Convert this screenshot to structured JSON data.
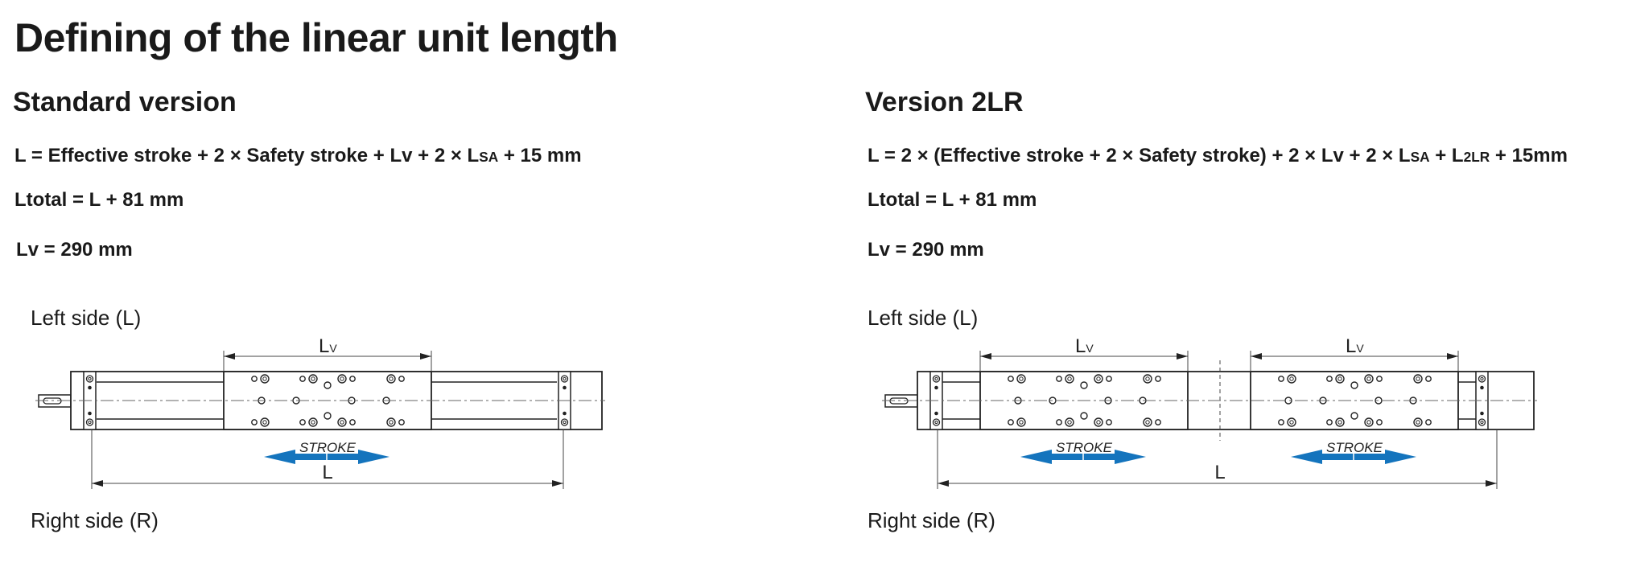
{
  "page": {
    "title": "Defining of the linear unit length"
  },
  "standard": {
    "heading": "Standard version",
    "formula_L": {
      "prefix": "L = Effective stroke + 2 × Safety stroke + Lv + 2 × L",
      "sub": "SA",
      "suffix": " + 15 mm"
    },
    "formula_Ltotal": "Ltotal = L + 81 mm",
    "formula_Lv": "Lv = 290 mm",
    "left_side_label": "Left side (L)",
    "right_side_label": "Right side (R)",
    "diagram": {
      "carriage_count": 1,
      "dim_carriage_label": "L",
      "dim_carriage_sub": "V",
      "stroke_label": "STROKE",
      "dim_total_label": "L"
    }
  },
  "version2lr": {
    "heading": "Version 2LR",
    "formula_L": {
      "prefix": "L = 2 × (Effective stroke + 2 × Safety stroke) + 2 × Lv + 2 × L",
      "sub1": "SA",
      "mid": " + L",
      "sub2": "2LR",
      "suffix": " + 15mm"
    },
    "formula_Ltotal": "Ltotal = L + 81 mm",
    "formula_Lv": "Lv = 290 mm",
    "left_side_label": "Left side (L)",
    "right_side_label": "Right side (R)",
    "diagram": {
      "carriage_count": 2,
      "dim_carriage_label": "L",
      "dim_carriage_sub": "V",
      "stroke_label": "STROKE",
      "dim_total_label": "L"
    }
  },
  "colors": {
    "stroke_arrow": "#1474bd",
    "line": "#222222",
    "dim_line": "#444444"
  }
}
